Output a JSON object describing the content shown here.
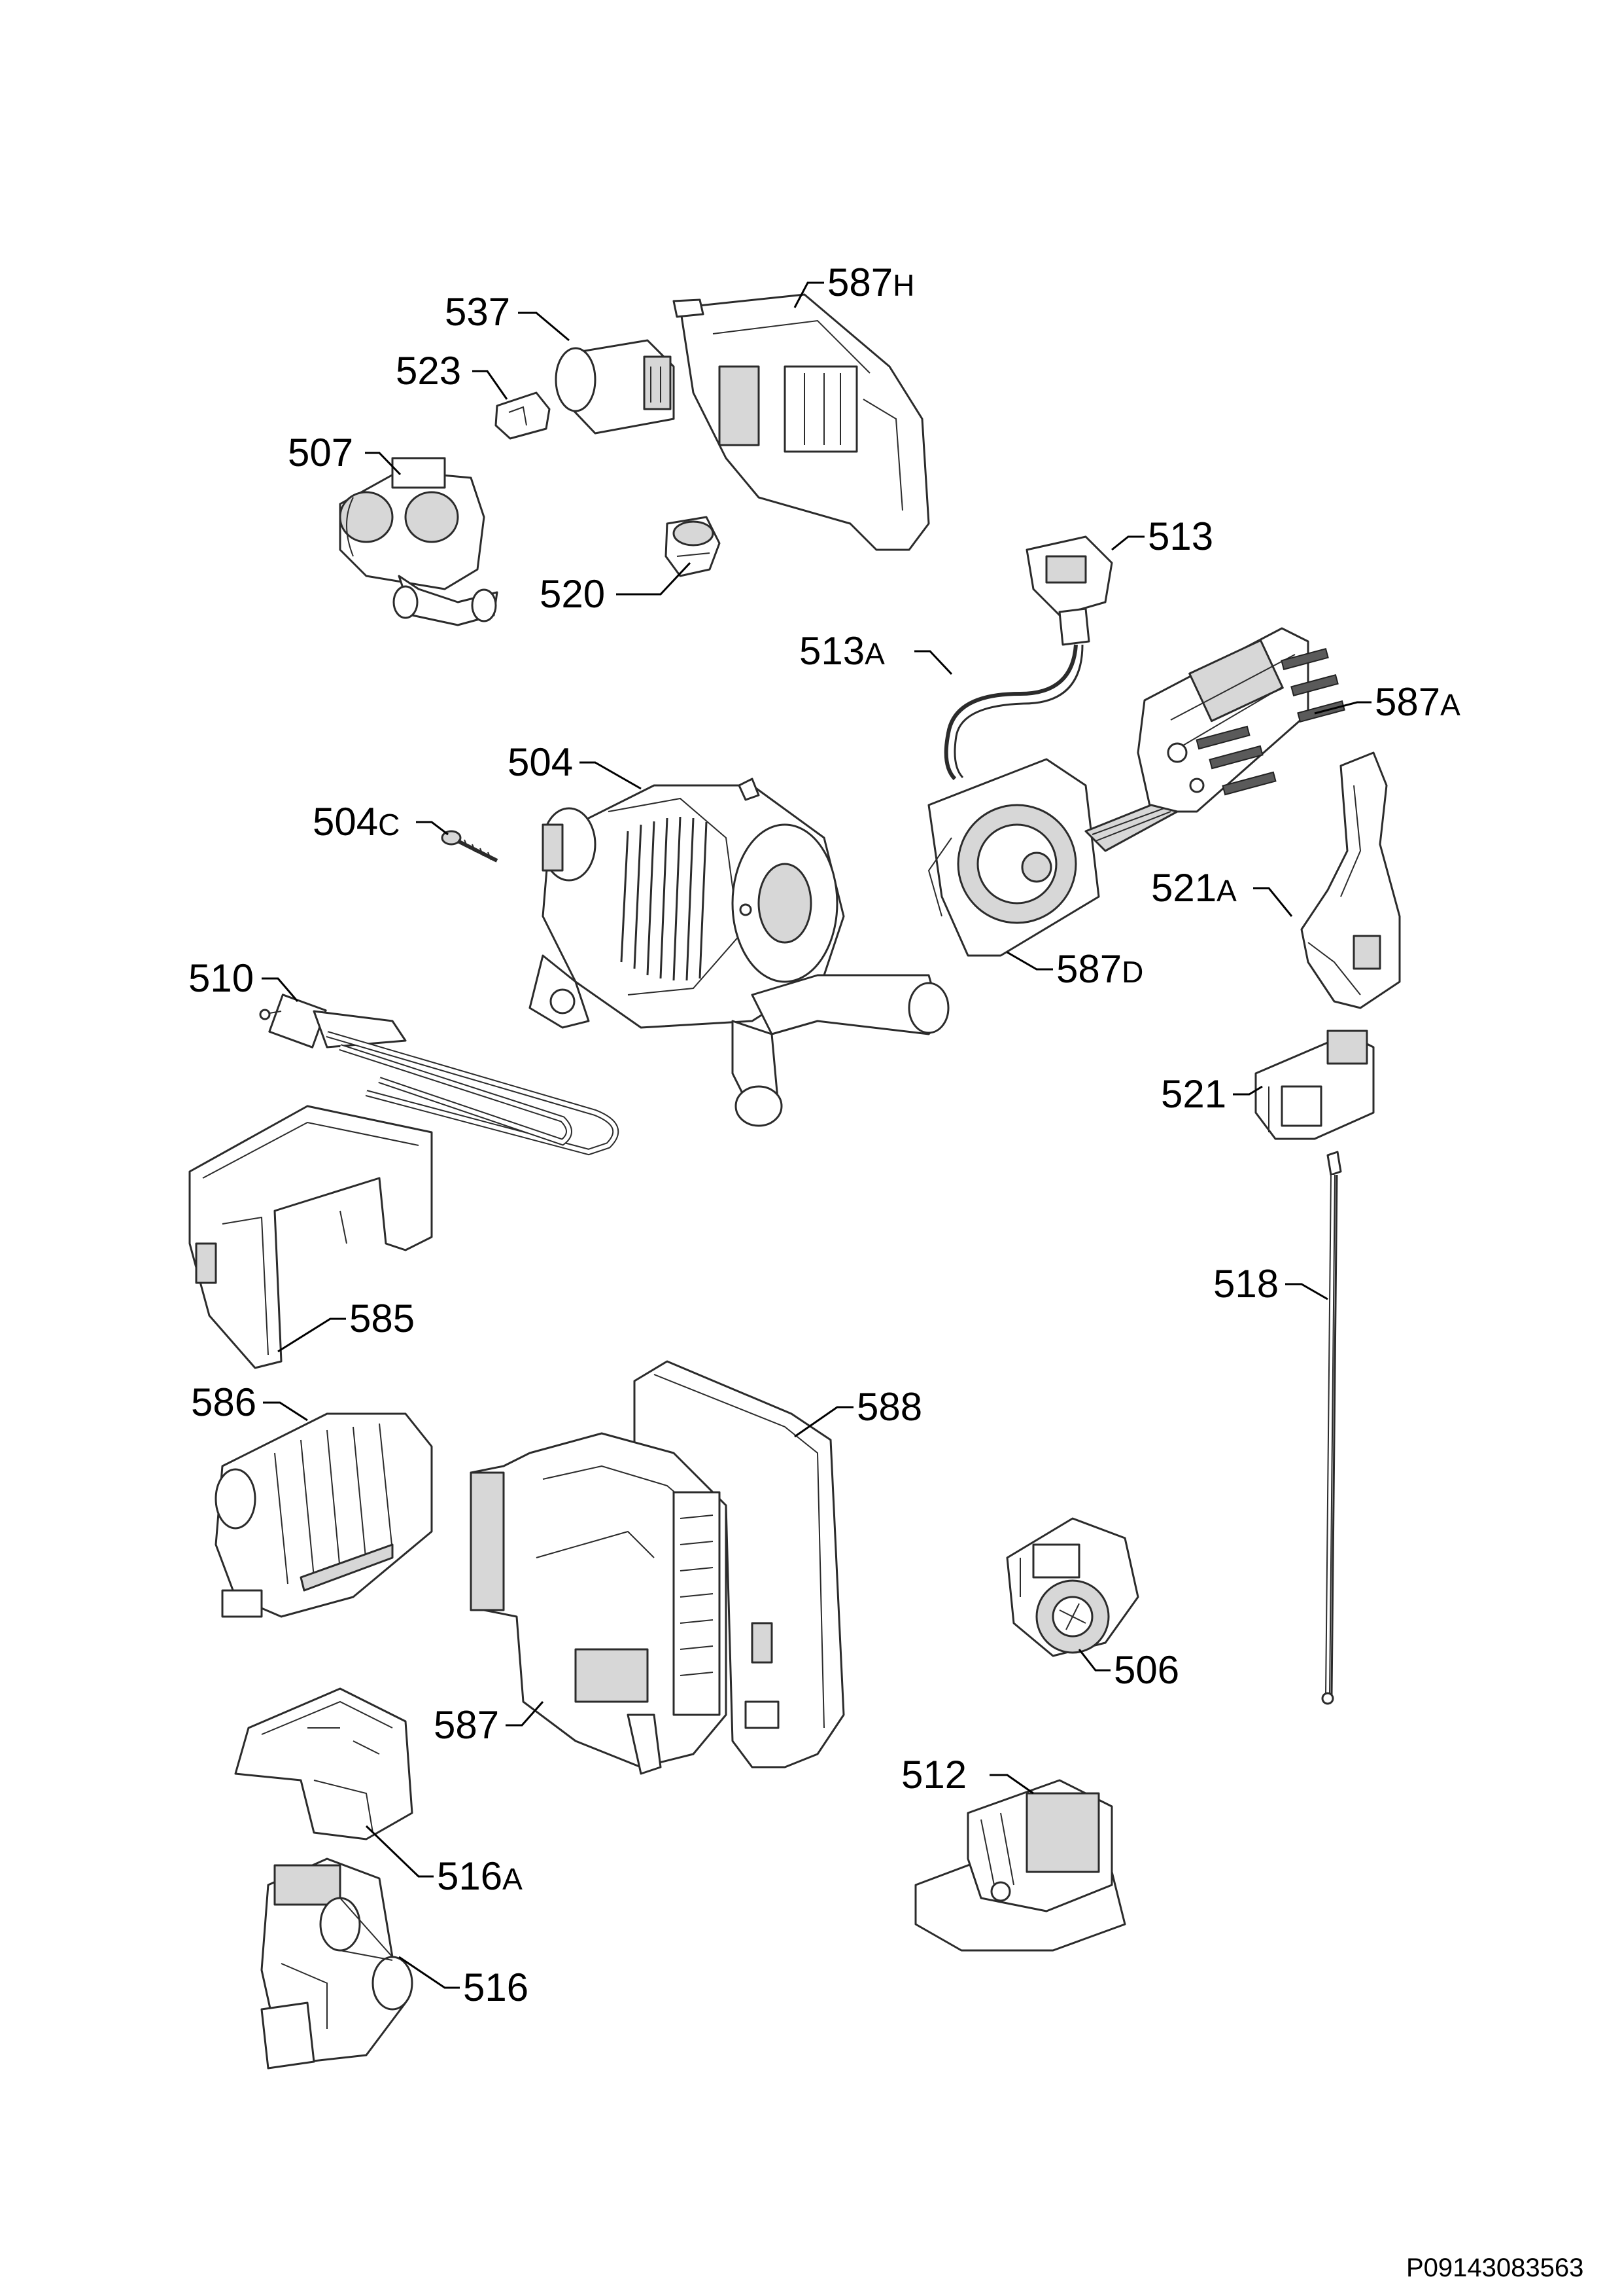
{
  "document_code": "P09143083563",
  "labels": {
    "p537": "537",
    "p587H": {
      "num": "587",
      "suffix": "H"
    },
    "p523": "523",
    "p507": "507",
    "p513": "513",
    "p520": "520",
    "p513A": {
      "num": "513",
      "suffix": "A"
    },
    "p587A": {
      "num": "587",
      "suffix": "A"
    },
    "p504": "504",
    "p504C": {
      "num": "504",
      "suffix": "C"
    },
    "p521A": {
      "num": "521",
      "suffix": "A"
    },
    "p587D": {
      "num": "587",
      "suffix": "D"
    },
    "p510": "510",
    "p521": "521",
    "p518": "518",
    "p585": "585",
    "p586": "586",
    "p588": "588",
    "p587": "587",
    "p506": "506",
    "p512": "512",
    "p516A": {
      "num": "516",
      "suffix": "A"
    },
    "p516": "516"
  }
}
